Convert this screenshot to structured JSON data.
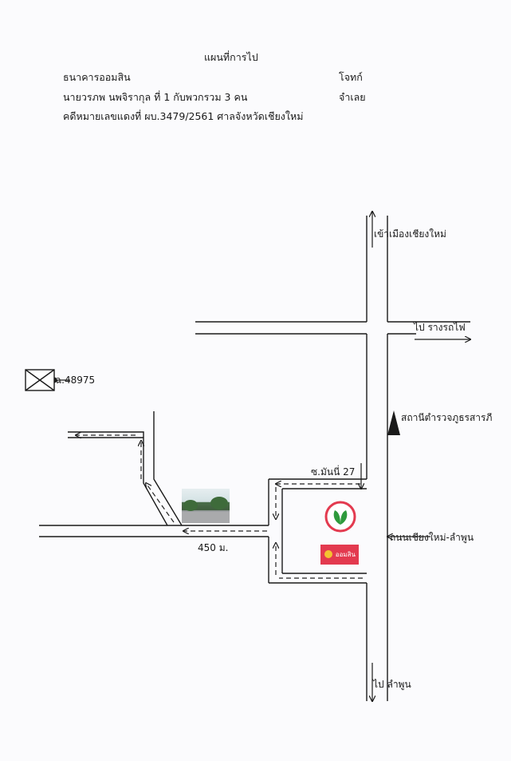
{
  "header": {
    "title": "แผนที่การไป",
    "plaintiff": "ธนาคารออมสิน",
    "plaintiff_role": "โจทก์",
    "defendant": "นายวรภพ  นพจิรากุล ที่ 1 กับพวกรวม 3 คน",
    "defendant_role": "จำเลย",
    "case": "คดีหมายเลขแดงที่ ผบ.3479/2561   ศาลจังหวัดเชียงใหม่"
  },
  "map": {
    "to_chiangmai": "เข้าเมืองเชียงใหม่",
    "to_station": "ไป รางรถไฟ",
    "police_station": "สถานีตำรวจภูธรสารภี",
    "soi": "ซ.มันนี่ 27",
    "road": "ถนนเชียงใหม่-ลำพูน",
    "to_lamphun": "ไป  ลำพูน",
    "distance": "450 ม.",
    "house_no": "ฉ.48975",
    "bank_name": "ออมสิน"
  },
  "colors": {
    "bank_green": "#2e9a3c",
    "bank_red": "#e33a4f",
    "ink": "#1a1a1a",
    "route_dashes": "#222222"
  },
  "icons": [
    "house-envelope-icon",
    "police-triangle-icon",
    "kasikorn-bank-logo",
    "gsb-bank-logo",
    "street-photo"
  ]
}
